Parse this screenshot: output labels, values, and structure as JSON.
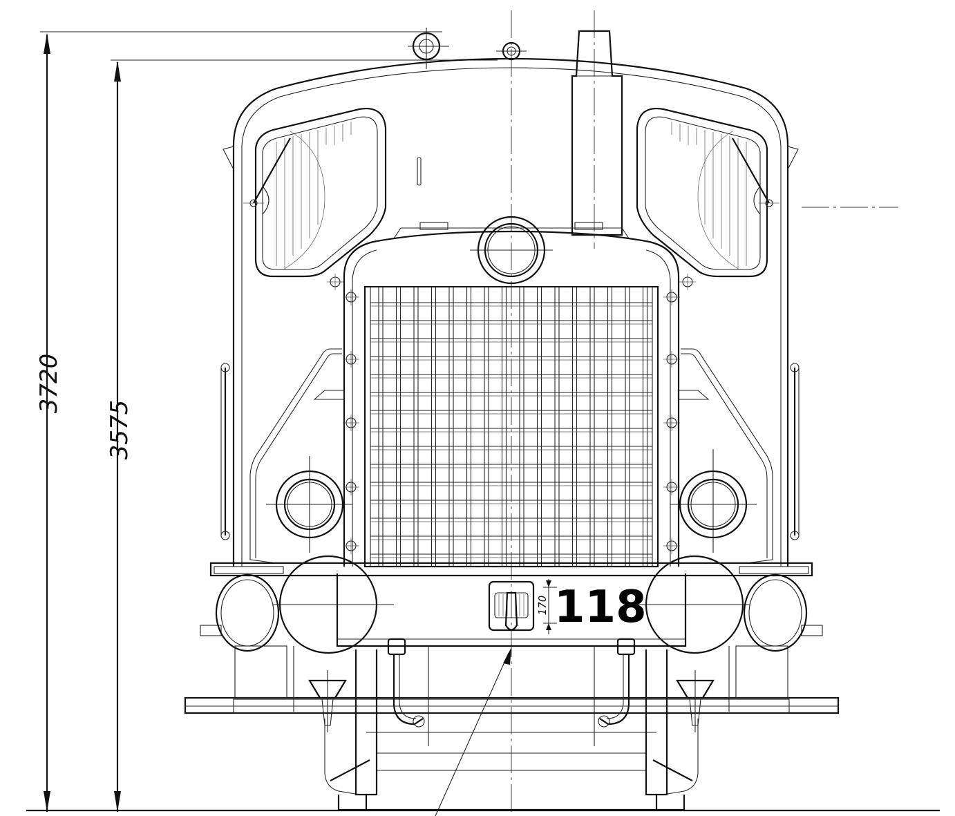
{
  "dimensions": {
    "overall_height": "3720",
    "roof_height": "3575",
    "plate_height": "170"
  },
  "number_plate": {
    "text": "118"
  },
  "colors": {
    "line": "#111111",
    "background": "#ffffff"
  }
}
